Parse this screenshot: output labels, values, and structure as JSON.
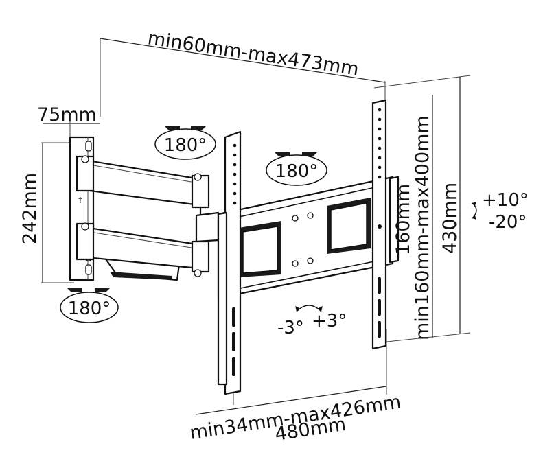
{
  "dimensions": {
    "top_width": "min60mm-max473mm",
    "wall_plate_width": "75mm",
    "wall_plate_height": "242mm",
    "vesa_horizontal": "min34mm-max426mm",
    "plate_width": "480mm",
    "vesa_vertical": "min160mm-max400mm",
    "bracket_rail": "160mm",
    "plate_height": "430mm"
  },
  "rotation": {
    "swivel_wall": "180°",
    "swivel_arm": "180°",
    "swivel_head": "180°",
    "tilt_up": "+10°",
    "tilt_down": "-20°",
    "rotate_left": "-3°",
    "rotate_right": "+3°"
  }
}
